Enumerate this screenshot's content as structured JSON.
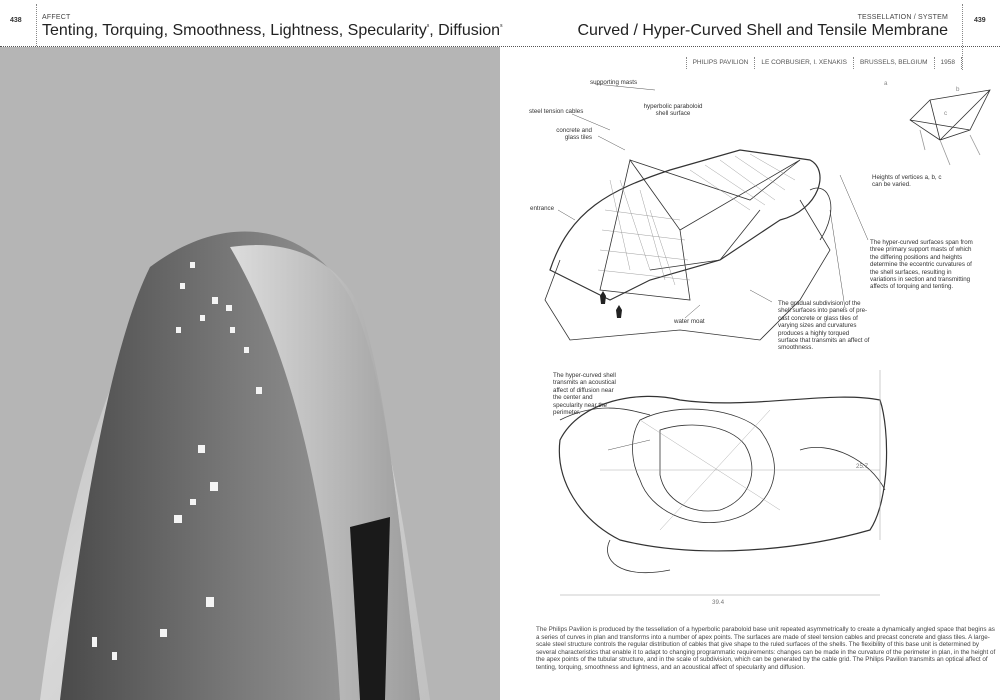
{
  "left_page": {
    "page_number": "438",
    "section": "AFFECT",
    "title": "Tenting, Torquing, Smoothness, Lightness, Specularity",
    "title_suffix": ", Diffusion",
    "audio_icon": "sound-wave-icon"
  },
  "right_page": {
    "page_number": "439",
    "section": "TESSELLATION / SYSTEM",
    "title": "Curved / Hyper-Curved Shell and Tensile Membrane",
    "meta": [
      "PHILIPS PAVILION",
      "LE CORBUSIER, I. XENAKIS",
      "BRUSSELS, BELGIUM",
      "1958"
    ]
  },
  "annotations": {
    "supporting_masts": "supporting masts",
    "steel_cables": "steel tension cables",
    "hyperbolic": "hyperbolic paraboloid shell surface",
    "tiles": "concrete and glass tiles",
    "entrance": "entrance",
    "water_moat": "water moat",
    "subdivision": "The gradual subdivision of the shell surfaces into panels of pre-cast concrete or glass tiles of varying sizes and curvatures produces a highly torqued surface that transmits an affect of smoothness.",
    "heights": "Heights of vertices a, b, c can be varied.",
    "hyper_curved": "The hyper-curved surfaces span from three primary support masts of which the differing positions and heights determine the eccentric curvatures of the shell surfaces, resulting in variations in section and transmitting affects of torquing and tenting.",
    "acoustic": "The hyper-curved shell transmits an acoustical affect of diffusion near the center and specularity near the perimeter.",
    "dim_vertical": "25.7",
    "dim_horizontal": "39.4",
    "vertex_a": "a",
    "vertex_b": "b",
    "vertex_c": "c"
  },
  "body_text": "The Philips Pavilion is produced by the tessellation of a hyperbolic paraboloid base unit repeated asymmetrically to create a dynamically angled space that begins as a series of curves in plan and transforms into a number of apex points. The surfaces are made of steel tension cables and precast concrete and glass tiles. A large-scale steel structure controls the regular distribution of cables that give shape to the ruled surfaces of the shells. The flexibility of this base unit is determined by several characteristics that enable it to adapt to changing programmatic requirements: changes can be made in the curvature of the perimeter in plan, in the height of the apex points of the tubular structure, and in the scale of subdivision, which can be generated by the cable grid. The Philips Pavilion transmits an optical affect of tenting, torquing, smoothness and lightness, and an acoustical affect of specularity and diffusion."
}
